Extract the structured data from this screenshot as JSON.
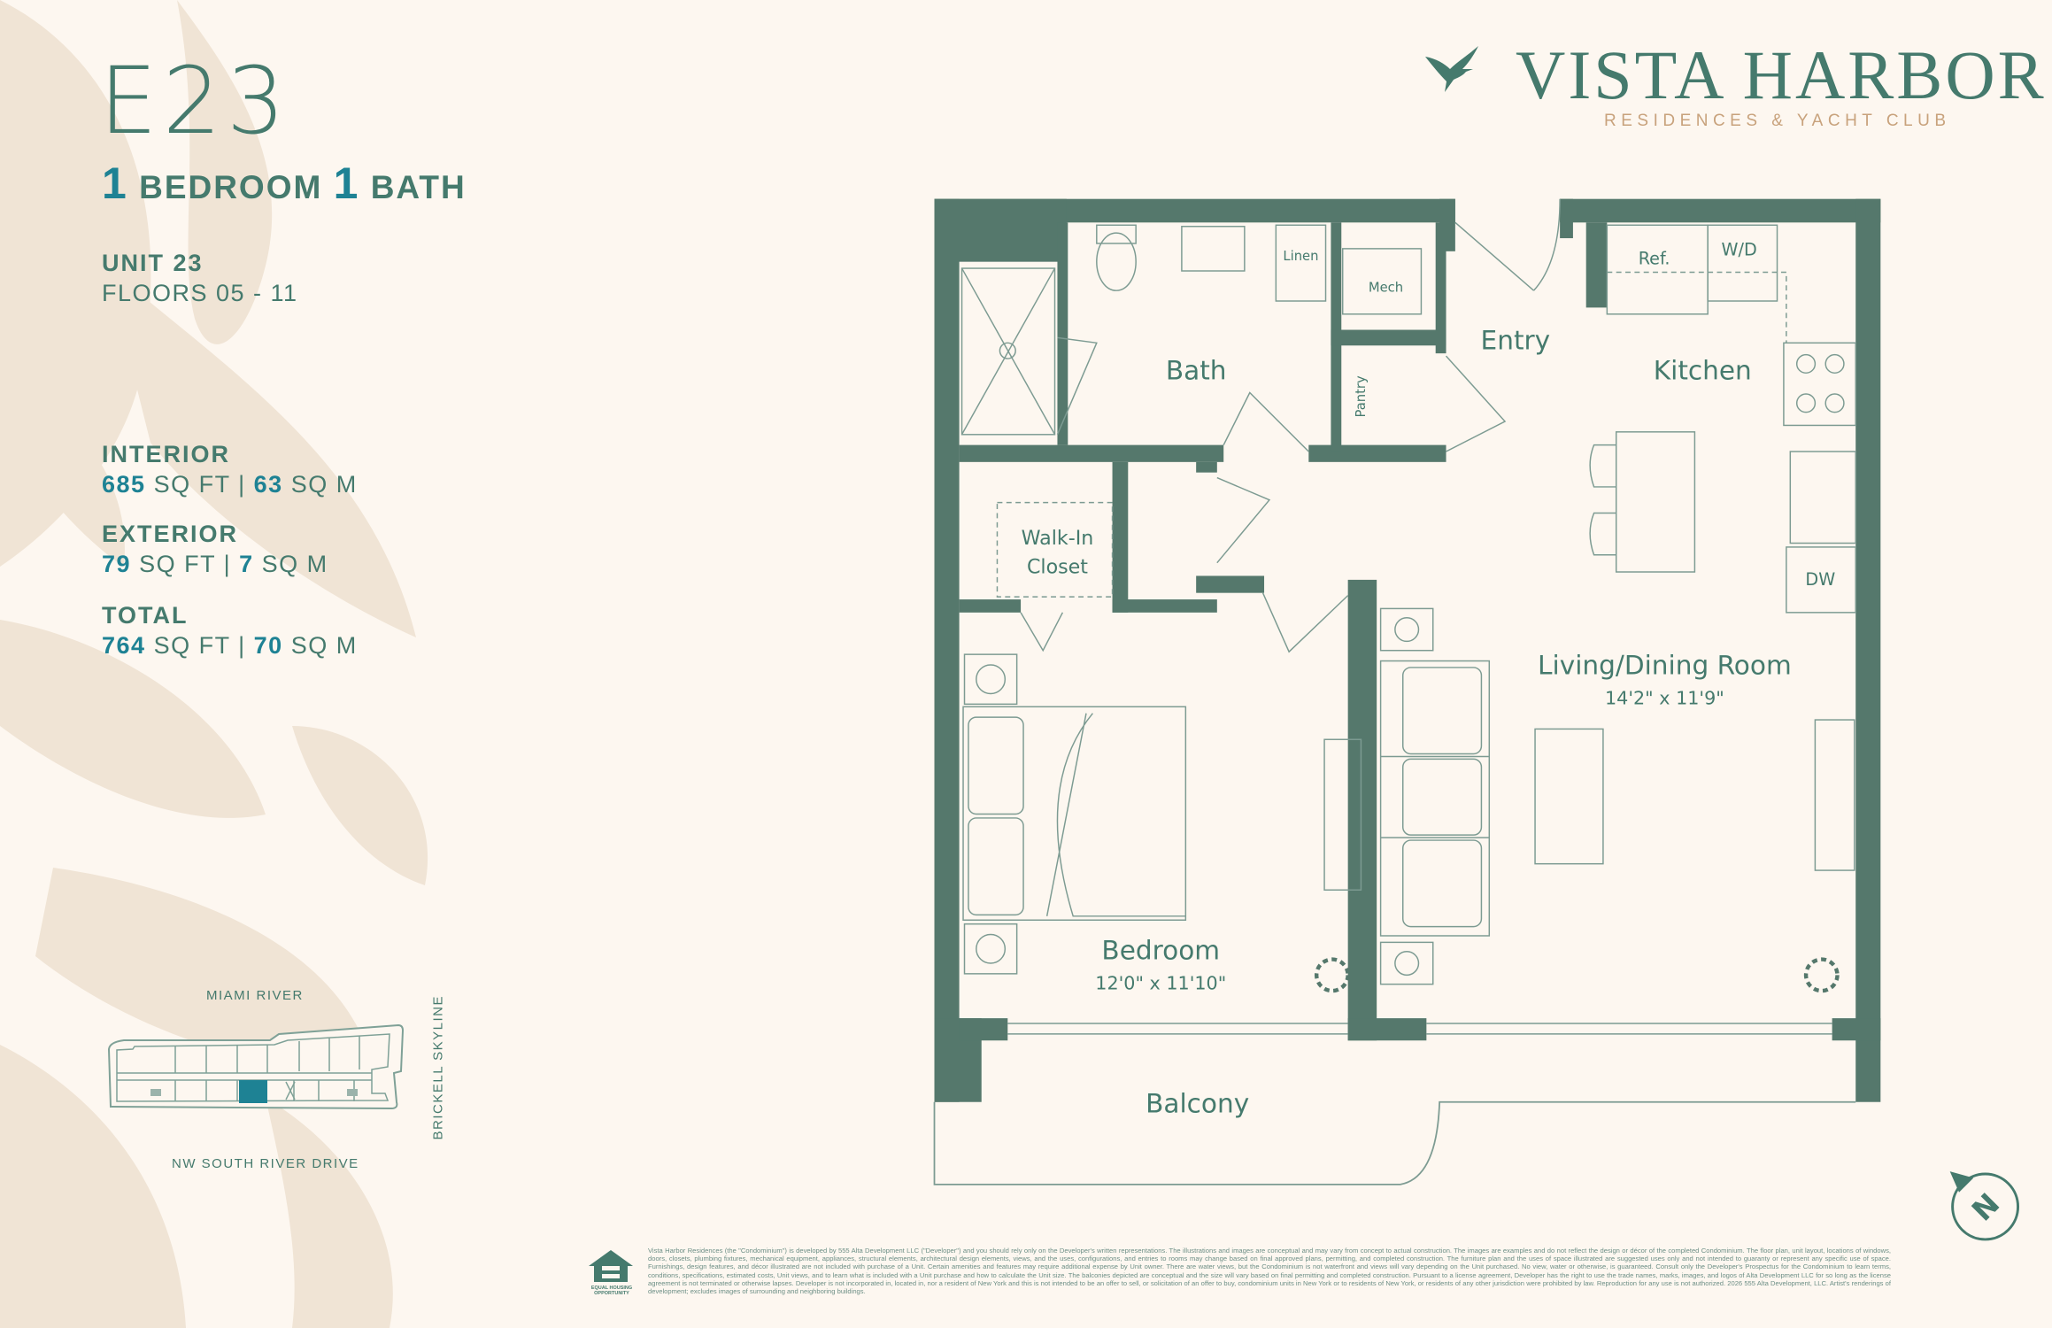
{
  "unit": {
    "code": "E23",
    "bedrooms_num": "1",
    "bedrooms_label": "BEDROOM",
    "baths_num": "1",
    "baths_label": "BATH",
    "unit_label": "UNIT 23",
    "floors_label": "FLOORS 05 - 11"
  },
  "areas": {
    "interior": {
      "label": "INTERIOR",
      "sqft": "685",
      "sqft_unit": "SQ FT",
      "sqm": "63",
      "sqm_unit": "SQ M"
    },
    "exterior": {
      "label": "EXTERIOR",
      "sqft": "79",
      "sqft_unit": "SQ FT",
      "sqm": "7",
      "sqm_unit": "SQ M"
    },
    "total": {
      "label": "TOTAL",
      "sqft": "764",
      "sqft_unit": "SQ FT",
      "sqm": "70",
      "sqm_unit": "SQ M"
    }
  },
  "key_plan": {
    "north_label": "MIAMI RIVER",
    "south_label": "NW SOUTH RIVER DRIVE",
    "east_label": "BRICKELL SKYLINE"
  },
  "brand": {
    "name": "VISTA HARBOR",
    "tagline": "RESIDENCES & YACHT CLUB"
  },
  "floor_plan": {
    "rooms": {
      "bath": "Bath",
      "linen": "Linen",
      "mech": "Mech",
      "pantry": "Pantry",
      "entry": "Entry",
      "kitchen": "Kitchen",
      "ref": "Ref.",
      "wd": "W/D",
      "dw": "DW",
      "closet_1": "Walk-In",
      "closet_2": "Closet",
      "bedroom": "Bedroom",
      "bedroom_dims": "12'0\" x 11'10\"",
      "living": "Living/Dining Room",
      "living_dims": "14'2\" x 11'9\"",
      "balcony": "Balcony"
    },
    "compass": "N"
  },
  "footer": {
    "eho_label": "EQUAL HOUSING OPPORTUNITY",
    "disclaimer": "Vista Harbor Residences (the \"Condominium\") is developed by 555 Alta Development LLC (\"Developer\") and you should rely only on the Developer's written representations. The illustrations and images are conceptual and may vary from concept to actual construction. The images are examples and do not reflect the design or décor of the completed Condominium. The floor plan, unit layout, locations of windows, doors, closets, plumbing fixtures, mechanical equipment, appliances, structural elements, architectural design elements, views, and the uses, configurations, and entries to rooms may change based on final approved plans, permitting, and completed construction. The furniture plan and the uses of space illustrated are suggested uses only and not intended to guaranty or represent any specific use of space. Furnishings, design features, and décor illustrated are not included with purchase of a Unit. Certain amenities and features may require additional expense by Unit owner. There are water views, but the Condominium is not waterfront and views will vary depending on the Unit purchased. No view, water or otherwise, is guaranteed. Consult only the Developer's Prospectus for the Condominium to learn terms, conditions, specifications, estimated costs, Unit views, and to learn what is included with a Unit purchase and how to calculate the Unit size. The balconies depicted are conceptual and the size will vary based on final permitting and completed construction. Pursuant to a license agreement, Developer has the right to use the trade names, marks, images, and logos of Alta Development LLC for so long as the license agreement is not terminated or otherwise lapses. Developer is not incorporated in, located in, nor a resident of New York and this is not intended to be an offer to sell, or solicitation of an offer to buy, condominium units in New York or to residents of New York, or residents of any other jurisdiction were prohibited by law. Reproduction for any use is not authorized. 2026 555 Alta Development, LLC. Artist's renderings of development; excludes images of surrounding and neighboring buildings."
  },
  "colors": {
    "background": "#fdf7f0",
    "leaf": "#f0e4d5",
    "primary_green": "#457a6d",
    "wall": "#55786c",
    "accent_teal": "#1e8294",
    "gold": "#c8a27c"
  }
}
